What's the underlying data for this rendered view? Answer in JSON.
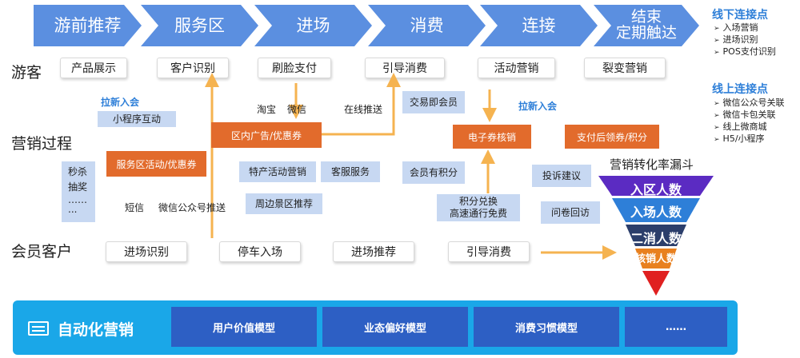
{
  "stages": [
    "游前推荐",
    "服务区",
    "进场",
    "消费",
    "连接",
    [
      "结束",
      "定期触达"
    ]
  ],
  "offline": {
    "title": "线下连接点",
    "items": [
      "入场营销",
      "进场识别",
      "POS支付识别"
    ]
  },
  "online": {
    "title": "线上连接点",
    "items": [
      "微信公众号关联",
      "微信卡包关联",
      "线上微商城",
      "H5/小程序"
    ]
  },
  "rows": {
    "tourist": "游客",
    "marketing": "营销过程",
    "member": "会员客户"
  },
  "tourist_steps": [
    "产品展示",
    "客户识别",
    "刷脸支付",
    "引导消费",
    "活动营销",
    "裂变营销"
  ],
  "member_steps": [
    "进场识别",
    "停车入场",
    "进场推荐",
    "引导消费"
  ],
  "process": {
    "laxin_1": "拉新入会",
    "miniprogram": "小程序互动",
    "qu_nei_ad": "区内广告/优惠券",
    "service_activity": "服务区活动/优惠券",
    "special_marketing": "特产活动营销",
    "customer_service": "客服服务",
    "nearby": "周边景区推荐",
    "taobao": "淘宝",
    "weixin": "微信",
    "online_push": "在线推送",
    "duanxin": "短信",
    "wx_push": "微信公众号推送",
    "trade_member": "交易即会员",
    "laxin_2": "拉新入会",
    "coupon_verify": "电子券核销",
    "member_points": "会员有积分",
    "points_exchange": [
      "积分兑换",
      "高速通行免费"
    ],
    "pay_coupon": "支付后领券/积分",
    "complaint": "投诉建议",
    "survey": "问卷回访",
    "left_list": [
      "秒杀",
      "抽奖",
      "……",
      "..."
    ]
  },
  "funnel": {
    "title": "营销转化率漏斗",
    "levels": [
      "入区人数",
      "入场人数",
      "二消人数",
      "核销人数",
      ""
    ],
    "colors": [
      "#5b2bc2",
      "#2e7fd8",
      "#2b3e6b",
      "#e8801f",
      "#e02020"
    ]
  },
  "automation": {
    "title": "自动化营销",
    "models": [
      "用户价值模型",
      "业态偏好模型",
      "消费习惯模型",
      "……"
    ]
  }
}
